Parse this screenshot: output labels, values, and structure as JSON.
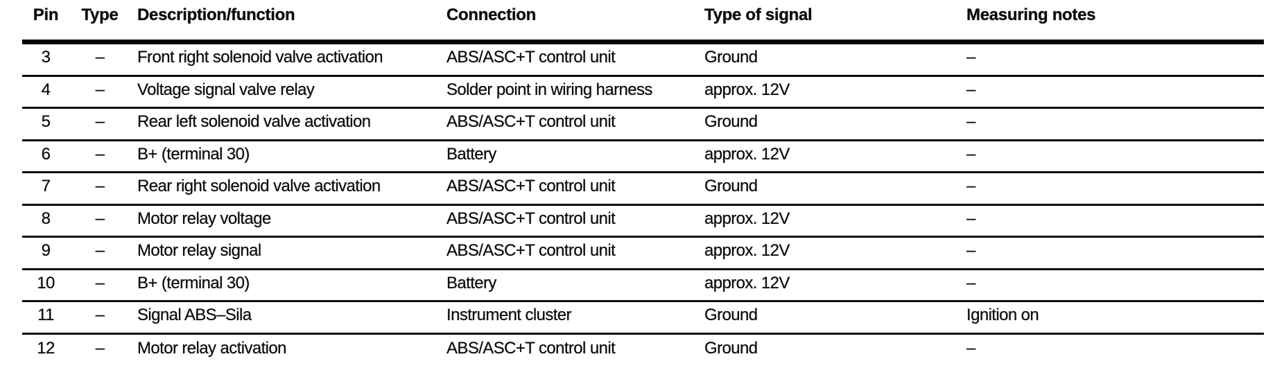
{
  "document": {
    "kind": "scanned-pin-assignment-table",
    "colors": {
      "paper": "#ffffff",
      "ink": "#0c0c0c",
      "rule": "#0a0a0a"
    }
  },
  "table": {
    "columns": [
      {
        "key": "pin",
        "label": "Pin"
      },
      {
        "key": "type",
        "label": "Type"
      },
      {
        "key": "description",
        "label": "Description/function"
      },
      {
        "key": "connection",
        "label": "Connection"
      },
      {
        "key": "signal",
        "label": "Type of signal"
      },
      {
        "key": "notes",
        "label": "Measuring notes"
      }
    ],
    "rows": [
      {
        "pin": "3",
        "type": "–",
        "description": "Front right solenoid valve activation",
        "connection": "ABS/ASC+T control unit",
        "signal": "Ground",
        "notes": "–"
      },
      {
        "pin": "4",
        "type": "–",
        "description": "Voltage signal valve relay",
        "connection": "Solder point in wiring harness",
        "signal": "approx. 12V",
        "notes": "–"
      },
      {
        "pin": "5",
        "type": "–",
        "description": "Rear left solenoid valve activation",
        "connection": "ABS/ASC+T control unit",
        "signal": "Ground",
        "notes": "–"
      },
      {
        "pin": "6",
        "type": "–",
        "description": "B+ (terminal 30)",
        "connection": "Battery",
        "signal": "approx. 12V",
        "notes": "–"
      },
      {
        "pin": "7",
        "type": "–",
        "description": "Rear right solenoid valve activation",
        "connection": "ABS/ASC+T control unit",
        "signal": "Ground",
        "notes": "–"
      },
      {
        "pin": "8",
        "type": "–",
        "description": "Motor relay voltage",
        "connection": "ABS/ASC+T control unit",
        "signal": "approx. 12V",
        "notes": "–"
      },
      {
        "pin": "9",
        "type": "–",
        "description": "Motor relay signal",
        "connection": "ABS/ASC+T control unit",
        "signal": "approx. 12V",
        "notes": "–"
      },
      {
        "pin": "10",
        "type": "–",
        "description": "B+ (terminal 30)",
        "connection": "Battery",
        "signal": "approx. 12V",
        "notes": "–"
      },
      {
        "pin": "11",
        "type": "–",
        "description": "Signal ABS–Sila",
        "connection": "Instrument cluster",
        "signal": "Ground",
        "notes": "Ignition on"
      },
      {
        "pin": "12",
        "type": "–",
        "description": "Motor relay activation",
        "connection": "ABS/ASC+T control unit",
        "signal": "Ground",
        "notes": "–"
      }
    ]
  }
}
